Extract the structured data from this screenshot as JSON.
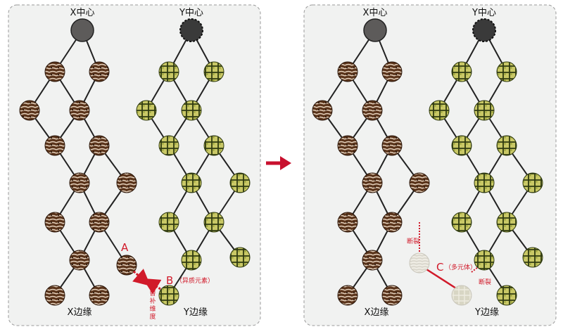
{
  "colors": {
    "panel_bg": "#f1f2f1",
    "panel_border": "#9a9a9a",
    "center_fill": "#5d5b5a",
    "edge": "#222222",
    "x_node_dark": "#4a2a14",
    "x_node_light": "#e8d4bf",
    "y_node_dark": "#2f3a10",
    "y_node_light": "#c9c866",
    "accent": "#d11a2a",
    "faded_node": "#d9d6cc"
  },
  "left_panel": {
    "x_center_label": "X中心",
    "y_center_label": "Y中心",
    "x_edge_label": "X边缘",
    "y_edge_label": "Y边缘",
    "a_label": "A",
    "b_label": "B",
    "b_note": "（异质元素）",
    "dimension_note": [
      "替",
      "补",
      "维",
      "度"
    ]
  },
  "right_panel": {
    "x_center_label": "X中心",
    "y_center_label": "Y中心",
    "x_edge_label": "X边缘",
    "y_edge_label": "Y边缘",
    "break_label_1": "断裂",
    "break_label_2": "断裂",
    "c_label": "C",
    "c_note": "（多元体）"
  },
  "transition": {
    "icon": "arrow-right-icon"
  }
}
